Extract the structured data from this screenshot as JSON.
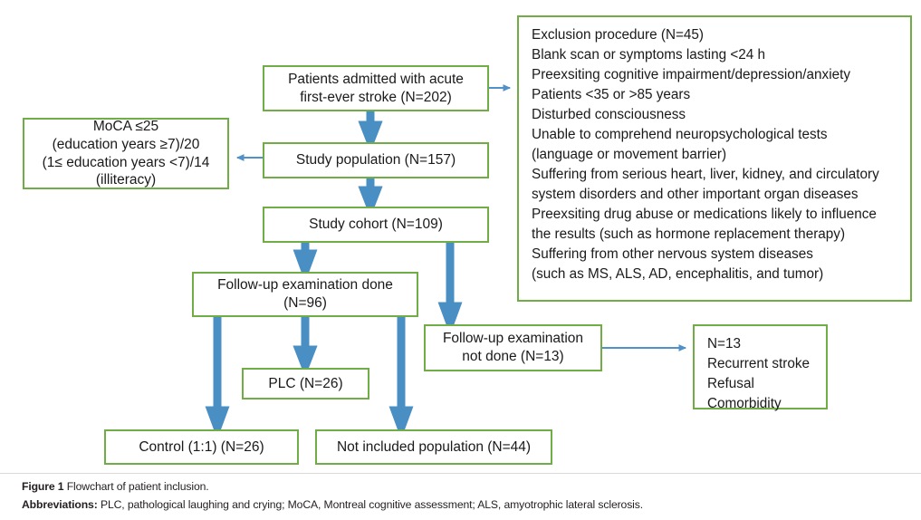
{
  "figure": {
    "colors": {
      "box_border_green": "#70ad47",
      "arrow_blue": "#4f91c8",
      "thick_arrow_blue": "#4a8fc4",
      "text_black": "#1a1a1a",
      "background": "#ffffff"
    },
    "caption": {
      "line1_label": "Figure 1",
      "line1_text": "Flowchart of patient inclusion.",
      "line2_label": "Abbreviations:",
      "line2_text": "PLC, pathological laughing and crying; MoCA, Montreal cognitive assessment; ALS, amyotrophic lateral sclerosis."
    }
  },
  "chart_data": {
    "type": "diagram",
    "title": "Flowchart of patient inclusion",
    "nodes": [
      {
        "id": "admitted",
        "text": "Patients admitted with acute\nfirst-ever stroke (N=202)",
        "n": 202
      },
      {
        "id": "exclusion",
        "text": "Exclusion procedure (N=45)\nBlank scan or symptoms lasting <24 h\nPreexsiting cognitive impairment/depression/anxiety\nPatients <35 or >85 years\nDisturbed consciousness\nUnable to comprehend neuropsychological tests\n(language or movement barrier)\nSuffering from serious heart, liver, kidney, and circulatory\nsystem disorders and other important organ diseases\nPreexsiting drug abuse or medications likely to influence\nthe results (such as hormone replacement therapy)\nSuffering from other nervous system diseases\n(such as MS, ALS, AD, encephalitis, and tumor)",
        "n": 45
      },
      {
        "id": "moca",
        "text": "MoCA ≤25\n(education years ≥7)/20\n(1≤ education years <7)/14\n(illiteracy)",
        "n": null
      },
      {
        "id": "study-population",
        "text": "Study population (N=157)",
        "n": 157
      },
      {
        "id": "study-cohort",
        "text": "Study cohort (N=109)",
        "n": 109
      },
      {
        "id": "followup-done",
        "text": "Follow-up examination done\n(N=96)",
        "n": 96
      },
      {
        "id": "followup-not-done",
        "text": "Follow-up examination\nnot done (N=13)",
        "n": 13
      },
      {
        "id": "not-done-reasons",
        "text": "N=13\nRecurrent stroke\nRefusal\nComorbidity",
        "n": 13
      },
      {
        "id": "plc",
        "text": "PLC (N=26)",
        "n": 26
      },
      {
        "id": "control",
        "text": "Control (1:1) (N=26)",
        "n": 26
      },
      {
        "id": "not-included",
        "text": "Not included population (N=44)",
        "n": 44
      }
    ],
    "edges": [
      {
        "from": "admitted",
        "to": "exclusion",
        "style": "thin"
      },
      {
        "from": "admitted",
        "to": "study-population",
        "style": "thick"
      },
      {
        "from": "study-population",
        "to": "moca",
        "style": "thin"
      },
      {
        "from": "study-population",
        "to": "study-cohort",
        "style": "thick"
      },
      {
        "from": "study-cohort",
        "to": "followup-done",
        "style": "thick"
      },
      {
        "from": "study-cohort",
        "to": "followup-not-done",
        "style": "thick"
      },
      {
        "from": "followup-not-done",
        "to": "not-done-reasons",
        "style": "thin"
      },
      {
        "from": "followup-done",
        "to": "control",
        "style": "thick"
      },
      {
        "from": "followup-done",
        "to": "plc",
        "style": "thick"
      },
      {
        "from": "followup-done",
        "to": "not-included",
        "style": "thick"
      }
    ]
  }
}
